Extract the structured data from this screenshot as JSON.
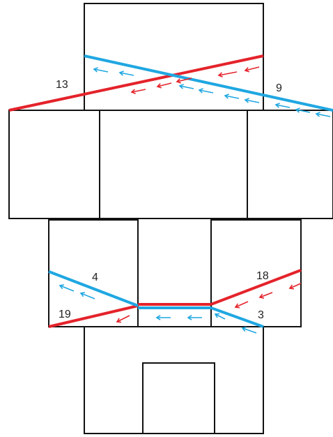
{
  "colors": {
    "red": "#e4232b",
    "blue": "#1fa7e1",
    "outline": "#111111"
  },
  "labels": {
    "top_left": "13",
    "top_right": "9",
    "mid_left_upper": "4",
    "mid_left_lower": "19",
    "mid_right_upper": "18",
    "mid_right_lower": "3"
  }
}
